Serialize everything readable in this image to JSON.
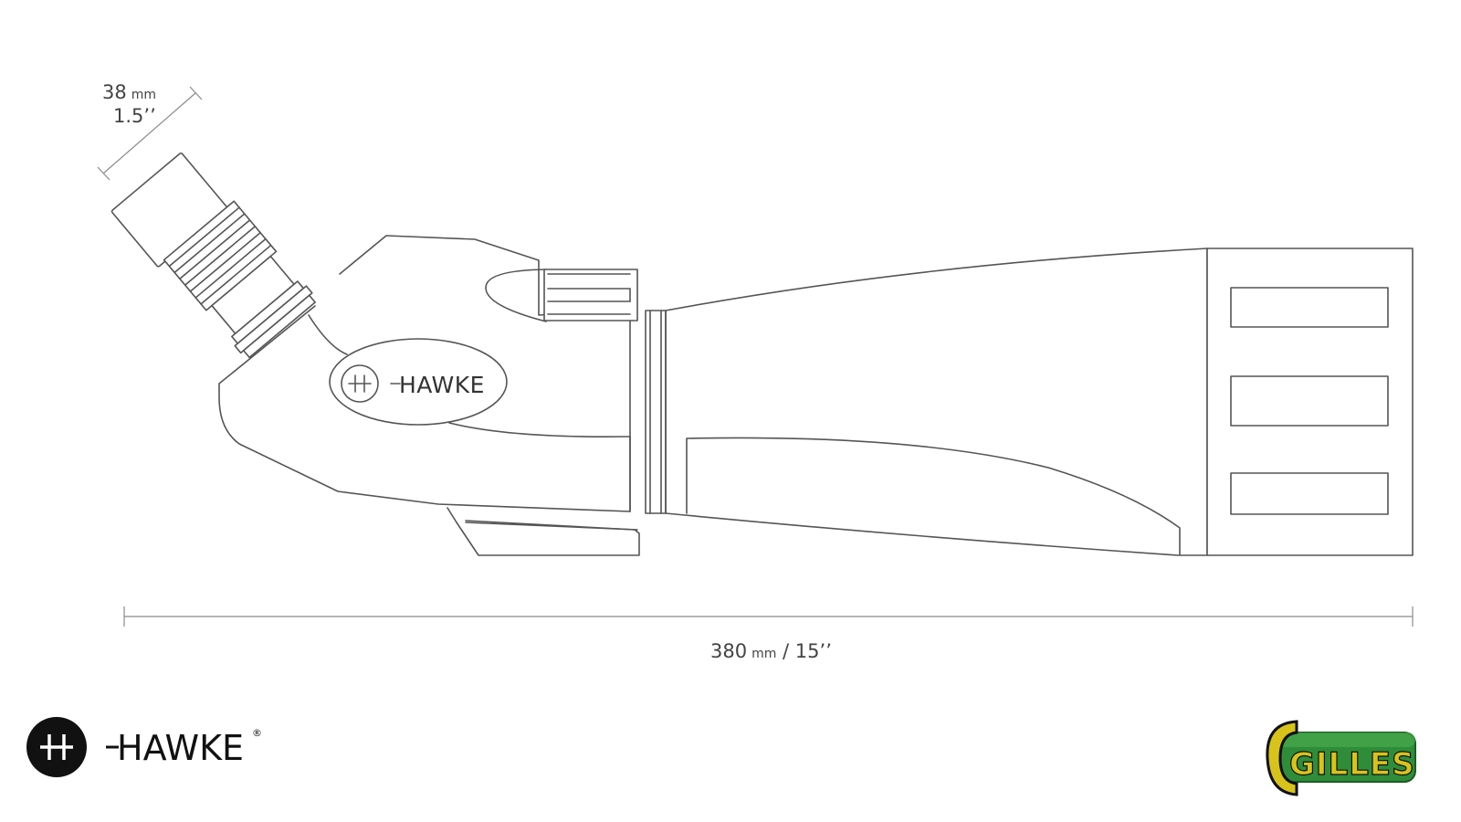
{
  "dimensions": {
    "eyepiece": {
      "metric_value": "38",
      "metric_unit": "mm",
      "imperial": "1.5’’"
    },
    "length": {
      "metric_value": "380",
      "metric_unit": "mm",
      "imperial": " / 15’’"
    }
  },
  "body_brand": {
    "name": "HAWKE"
  },
  "footer": {
    "left_logo": {
      "name": "HAWKE",
      "registered": "®",
      "icon": "hawke-crosshair-icon"
    },
    "right_logo": {
      "name": "GILLES",
      "icon": "gilles-cartridge-logo"
    }
  },
  "colors": {
    "line": "#555555",
    "dimension_line": "#8a8a8a",
    "logo_black": "#111111",
    "gilles_green": "#2f8d3a",
    "gilles_gold": "#d8c31a"
  }
}
